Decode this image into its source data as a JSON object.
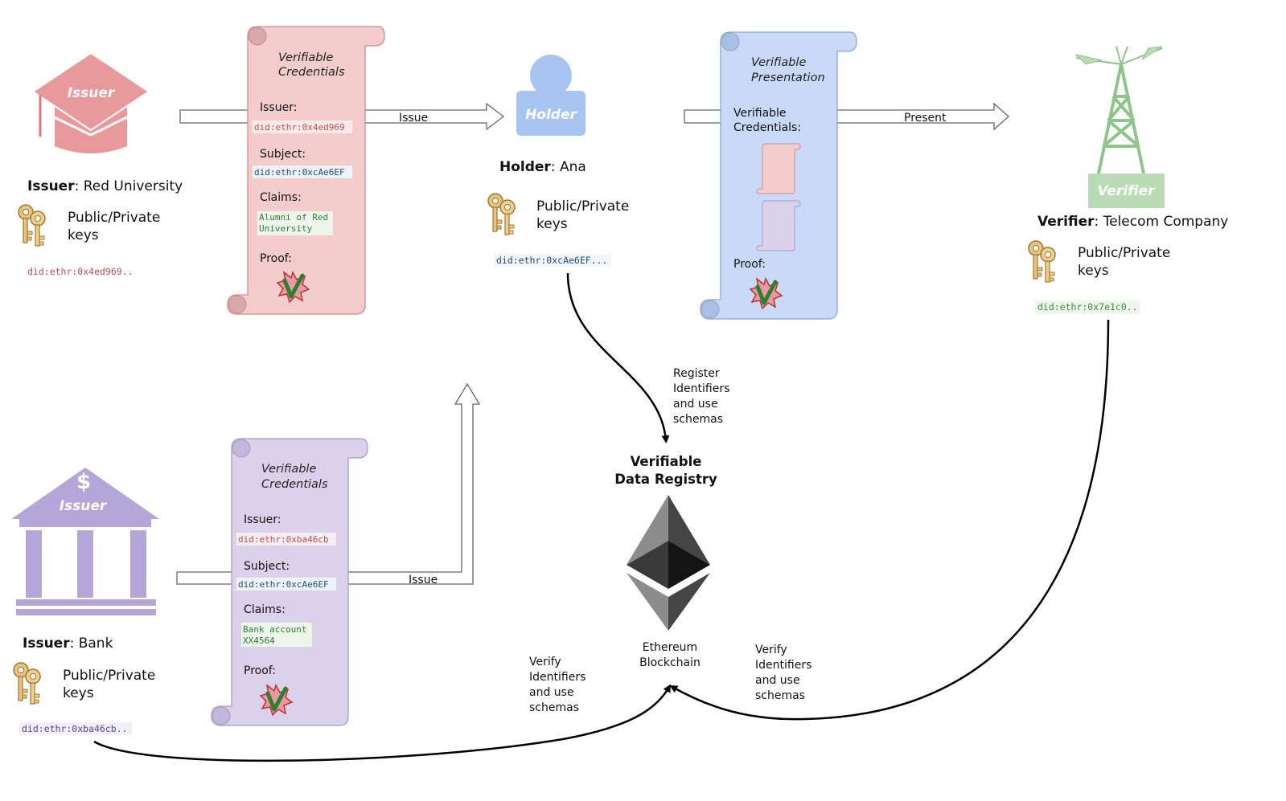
{
  "colors": {
    "red_fill": "#f3cccc",
    "red_stroke": "#c98f8f",
    "red_icon": "#e8999c",
    "blue_fill": "#c8daf7",
    "blue_stroke": "#8fa6cc",
    "blue_icon": "#a8c4f1",
    "purple_fill": "#dad2ea",
    "purple_stroke": "#a99cc4",
    "purple_icon": "#b2a7d6",
    "green_icon": "#8fc48a",
    "did_red": "#c0504d",
    "did_blue": "#1f4e79",
    "did_green": "#3b8a3b",
    "did_purple": "#5a4a8a",
    "claim_green": "#2e7d32"
  },
  "red_issuer": {
    "icon": "graduation-cap-icon",
    "icon_label": "Issuer",
    "role": "Issuer",
    "name": ": Red University",
    "keys_icon": "keys-icon",
    "keys_label_1": "Public/Private",
    "keys_label_2": "keys",
    "did": "did:ethr:0x4ed969.."
  },
  "red_credential": {
    "title_1": "Verifiable",
    "title_2": "Credentials",
    "issuer_label": "Issuer:",
    "issuer_did": "did:ethr:0x4ed969",
    "subject_label": "Subject:",
    "subject_did": "did:ethr:0xcAe6EF",
    "claims_label": "Claims:",
    "claim_1": "Alumni of Red",
    "claim_2": "University",
    "proof_label": "Proof:",
    "proof_icon": "verified-seal-icon"
  },
  "holder": {
    "icon": "person-icon",
    "icon_label": "Holder",
    "role": "Holder",
    "name": ": Ana",
    "keys_icon": "keys-icon",
    "keys_label_1": "Public/Private",
    "keys_label_2": "keys",
    "did": "did:ethr:0xcAe6EF..."
  },
  "presentation": {
    "title_1": "Verifiable",
    "title_2": "Presentation",
    "vc_label_1": "Verifiable",
    "vc_label_2": "Credentials:",
    "proof_label": "Proof:",
    "proof_icon": "verified-seal-icon"
  },
  "verifier": {
    "icon": "antenna-tower-icon",
    "icon_label": "Verifier",
    "role": "Verifier",
    "name": ": Telecom Company",
    "keys_icon": "keys-icon",
    "keys_label_1": "Public/Private",
    "keys_label_2": "keys",
    "did": "did:ethr:0x7e1c0.."
  },
  "bank_issuer": {
    "icon": "bank-building-icon",
    "dollar": "$",
    "icon_label": "Issuer",
    "role": "Issuer",
    "name": ": Bank",
    "keys_icon": "keys-icon",
    "keys_label_1": "Public/Private",
    "keys_label_2": "keys",
    "did": "did:ethr:0xba46cb.."
  },
  "bank_credential": {
    "title_1": "Verifiable",
    "title_2": "Credentials",
    "issuer_label": "Issuer:",
    "issuer_did": "did:ethr:0xba46cb",
    "subject_label": "Subject:",
    "subject_did": "did:ethr:0xcAe6EF",
    "claims_label": "Claims:",
    "claim_1": "Bank account",
    "claim_2": "XX4564",
    "proof_label": "Proof:",
    "proof_icon": "verified-seal-icon"
  },
  "registry": {
    "title_1": "Verifiable",
    "title_2": "Data Registry",
    "logo_icon": "ethereum-logo-icon",
    "label_1": "Ethereum",
    "label_2": "Blockchain"
  },
  "arrows": {
    "issue_top": "Issue",
    "issue_bottom": "Issue",
    "present": "Present"
  },
  "register_note": [
    "Register",
    "Identifiers",
    "and use",
    "schemas"
  ],
  "verify_note_left": [
    "Verify",
    "Identifiers",
    "and use",
    "schemas"
  ],
  "verify_note_right": [
    "Verify",
    "Identifiers",
    "and use",
    "schemas"
  ]
}
